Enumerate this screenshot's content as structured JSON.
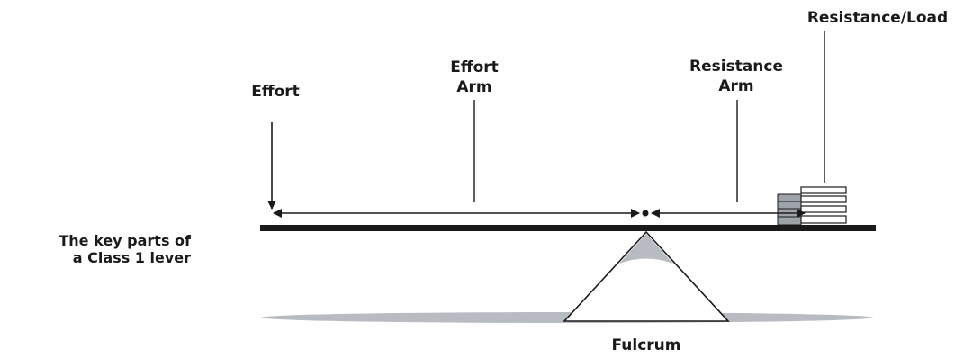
{
  "caption": {
    "line1": "The key parts of",
    "line2": "a Class 1 lever"
  },
  "labels": {
    "effort": "Effort",
    "effort_arm_line1": "Effort",
    "effort_arm_line2": "Arm",
    "resistance_arm_line1": "Resistance",
    "resistance_arm_line2": "Arm",
    "resistance_load": "Resistance/Load",
    "fulcrum": "Fulcrum"
  },
  "colors": {
    "ink": "#1a1a1a",
    "shadow": "#b8bcc2",
    "load_fill_front": "#ffffff",
    "load_fill_back": "#9ea3a9"
  },
  "load_blocks": 4
}
